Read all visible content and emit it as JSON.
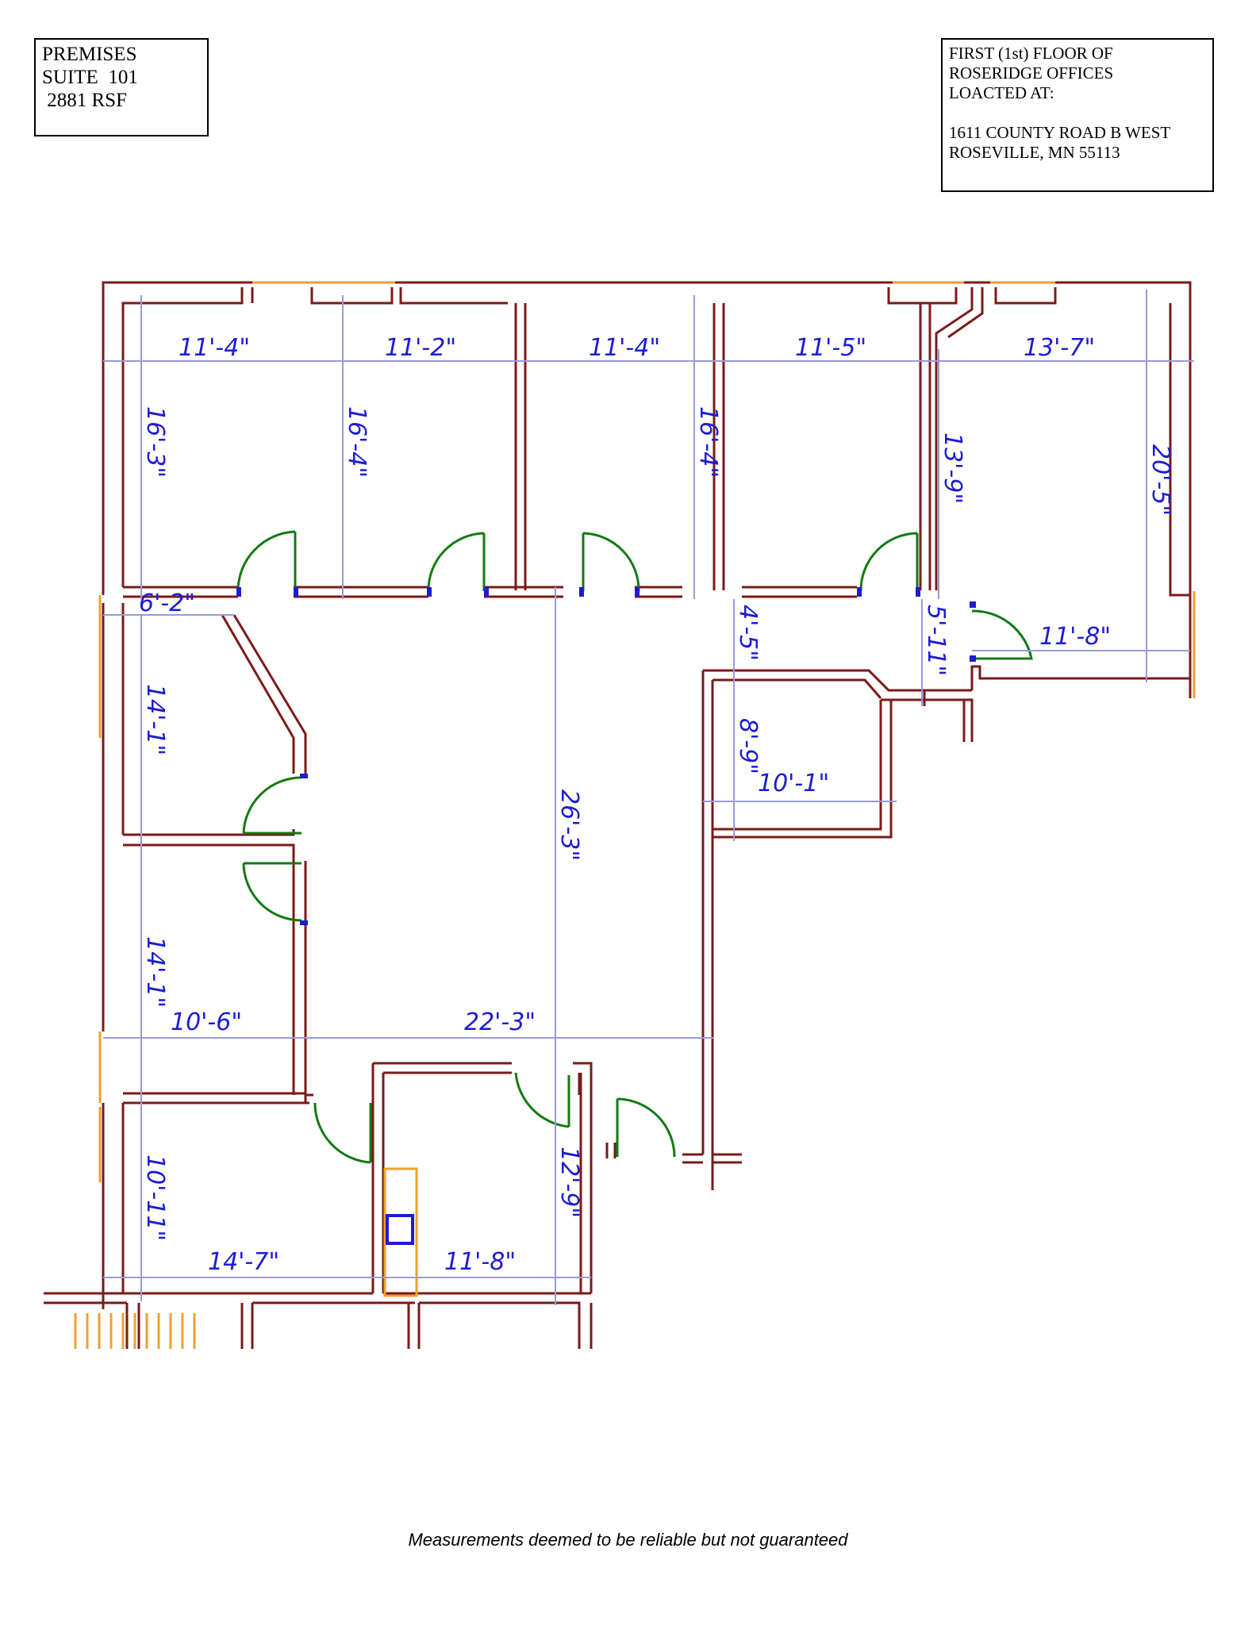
{
  "premises_box": {
    "lines": [
      "PREMISES",
      "SUITE  101",
      " 2881 RSF"
    ]
  },
  "location_box": {
    "lines": [
      "FIRST (1st) FLOOR OF",
      "ROSERIDGE OFFICES",
      "LOACTED AT:",
      "1611 COUNTY ROAD B WEST",
      "ROSEVILLE, MN 55113"
    ]
  },
  "dimensions": {
    "office_1_width": "11'-4\"",
    "office_2_width": "11'-2\"",
    "office_3_width": "11'-4\"",
    "office_4_width": "11'-5\"",
    "office_5_width": "13'-7\"",
    "office_1_depth": "16'-3\"",
    "office_2_depth": "16'-4\"",
    "office_3_depth": "16'-4\"",
    "office_5_angled_depth": "13'-9\"",
    "office_5_depth": "20'-5\"",
    "corridor_west": "6'-2\"",
    "corridor_east": "4'-5\"",
    "entry_depth": "5'-11\"",
    "entry_width": "11'-8\"",
    "west_office_1_depth": "14'-1\"",
    "west_office_2_depth": "14'-1\"",
    "west_office_width": "10'-6\"",
    "open_area_depth": "26'-3\"",
    "open_area_width": "22'-3\"",
    "small_room_depth": "8'-9\"",
    "small_room_width": "10'-1\"",
    "sw_office_depth": "10'-11\"",
    "sw_office_width": "14'-7\"",
    "kitchen_depth": "12'-9\"",
    "kitchen_width": "11'-8\""
  },
  "colors": {
    "wall": "#7b1a1a",
    "dimension_line": "#9a9ad6",
    "dimension_text": "#1c1cd4",
    "door": "#137a13",
    "window": "#f0a030"
  },
  "footer": "Measurements deemed to be reliable but not guaranteed"
}
